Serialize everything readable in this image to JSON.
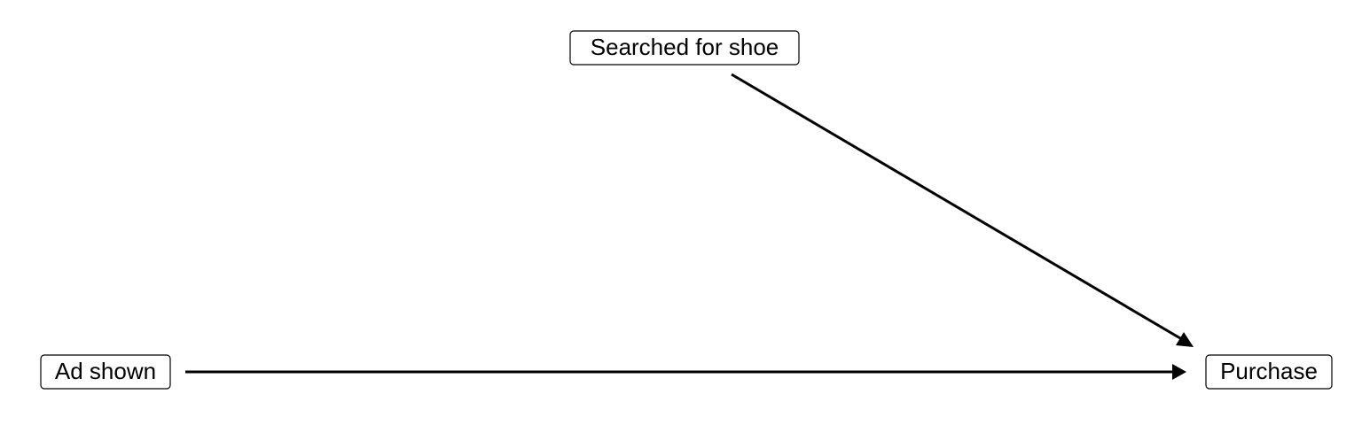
{
  "nodes": {
    "searched": {
      "label": "Searched for shoe"
    },
    "ad": {
      "label": "Ad shown"
    },
    "purchase": {
      "label": "Purchase"
    }
  },
  "edges": [
    {
      "from": "searched",
      "to": "purchase"
    },
    {
      "from": "ad",
      "to": "purchase"
    }
  ],
  "colors": {
    "line": "#000000",
    "background": "#ffffff"
  }
}
